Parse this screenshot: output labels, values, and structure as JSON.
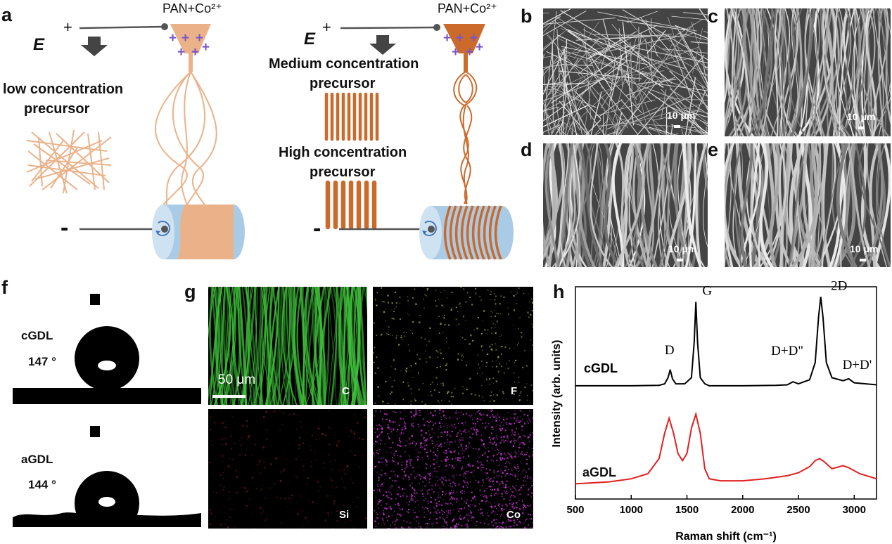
{
  "panels": {
    "a": "a",
    "b": "b",
    "c": "c",
    "d": "d",
    "e": "e",
    "f": "f",
    "g": "g",
    "h": "h"
  },
  "schematic": {
    "field_symbol": "E",
    "plus_sign": "+",
    "minus_sign": "-",
    "solution_label_left": "PAN+Co²⁺",
    "solution_label_right": "PAN+Co²⁺",
    "low_concentration_line1": "low concentration",
    "low_concentration_line2": "precursor",
    "medium_concentration_line1": "Medium concentration",
    "medium_concentration_line2": "precursor",
    "high_concentration_line1": "High concentration",
    "high_concentration_line2": "precursor",
    "colors": {
      "low_fiber": "#ebb28a",
      "high_fiber": "#cc6a2c",
      "drum": "#a9cbe6",
      "wire": "#555555",
      "charge": "#7a55c8"
    }
  },
  "sem_images": {
    "b_scale": "10 μm",
    "c_scale": "10 μm",
    "d_scale": "10 μm",
    "e_scale": "10 μm"
  },
  "contact_angle": {
    "top_sample": "cGDL",
    "top_angle": "147 °",
    "bottom_sample": "aGDL",
    "bottom_angle": "144 °"
  },
  "eds_maps": {
    "scale": "50 μm",
    "maps": [
      {
        "element": "C",
        "color": "#3fbf3a"
      },
      {
        "element": "F",
        "color": "#b8c23a"
      },
      {
        "element": "Si",
        "color": "#b5232f"
      },
      {
        "element": "Co",
        "color": "#d63ae0"
      }
    ]
  },
  "chart_data": {
    "type": "line",
    "xlabel": "Raman shift (cm⁻¹)",
    "ylabel": "Intensity (arb. units)",
    "xlim": [
      500,
      3200
    ],
    "xticks": [
      500,
      1000,
      1500,
      2000,
      2500,
      3000
    ],
    "series": [
      {
        "name": "cGDL",
        "color": "#000000",
        "x": [
          500,
          1000,
          1250,
          1300,
          1330,
          1350,
          1370,
          1400,
          1480,
          1540,
          1565,
          1580,
          1595,
          1620,
          1660,
          1700,
          2000,
          2300,
          2400,
          2450,
          2500,
          2600,
          2650,
          2680,
          2700,
          2720,
          2750,
          2800,
          2900,
          2950,
          3000,
          3200
        ],
        "y": [
          0.12,
          0.12,
          0.125,
          0.14,
          0.2,
          0.28,
          0.19,
          0.14,
          0.14,
          0.2,
          0.55,
          0.95,
          0.55,
          0.2,
          0.14,
          0.12,
          0.12,
          0.125,
          0.13,
          0.16,
          0.14,
          0.18,
          0.35,
          0.8,
          1.0,
          0.8,
          0.35,
          0.2,
          0.17,
          0.19,
          0.15,
          0.13
        ],
        "annotations": [
          {
            "text": "D",
            "x": 1350
          },
          {
            "text": "G",
            "x": 1580
          },
          {
            "text": "D+D\"",
            "x": 2450
          },
          {
            "text": "2D",
            "x": 2700
          },
          {
            "text": "D+D'",
            "x": 2950
          }
        ]
      },
      {
        "name": "aGDL",
        "color": "#e02020",
        "x": [
          500,
          800,
          1000,
          1150,
          1250,
          1300,
          1340,
          1380,
          1420,
          1460,
          1500,
          1540,
          1580,
          1620,
          1660,
          1700,
          1800,
          2000,
          2200,
          2400,
          2500,
          2600,
          2650,
          2690,
          2730,
          2800,
          2900,
          2950,
          3050,
          3200
        ],
        "y": [
          -0.85,
          -0.83,
          -0.8,
          -0.75,
          -0.6,
          -0.35,
          -0.2,
          -0.35,
          -0.55,
          -0.62,
          -0.55,
          -0.3,
          -0.16,
          -0.35,
          -0.7,
          -0.8,
          -0.82,
          -0.82,
          -0.8,
          -0.77,
          -0.74,
          -0.68,
          -0.62,
          -0.6,
          -0.63,
          -0.7,
          -0.67,
          -0.69,
          -0.75,
          -0.8
        ]
      }
    ]
  }
}
